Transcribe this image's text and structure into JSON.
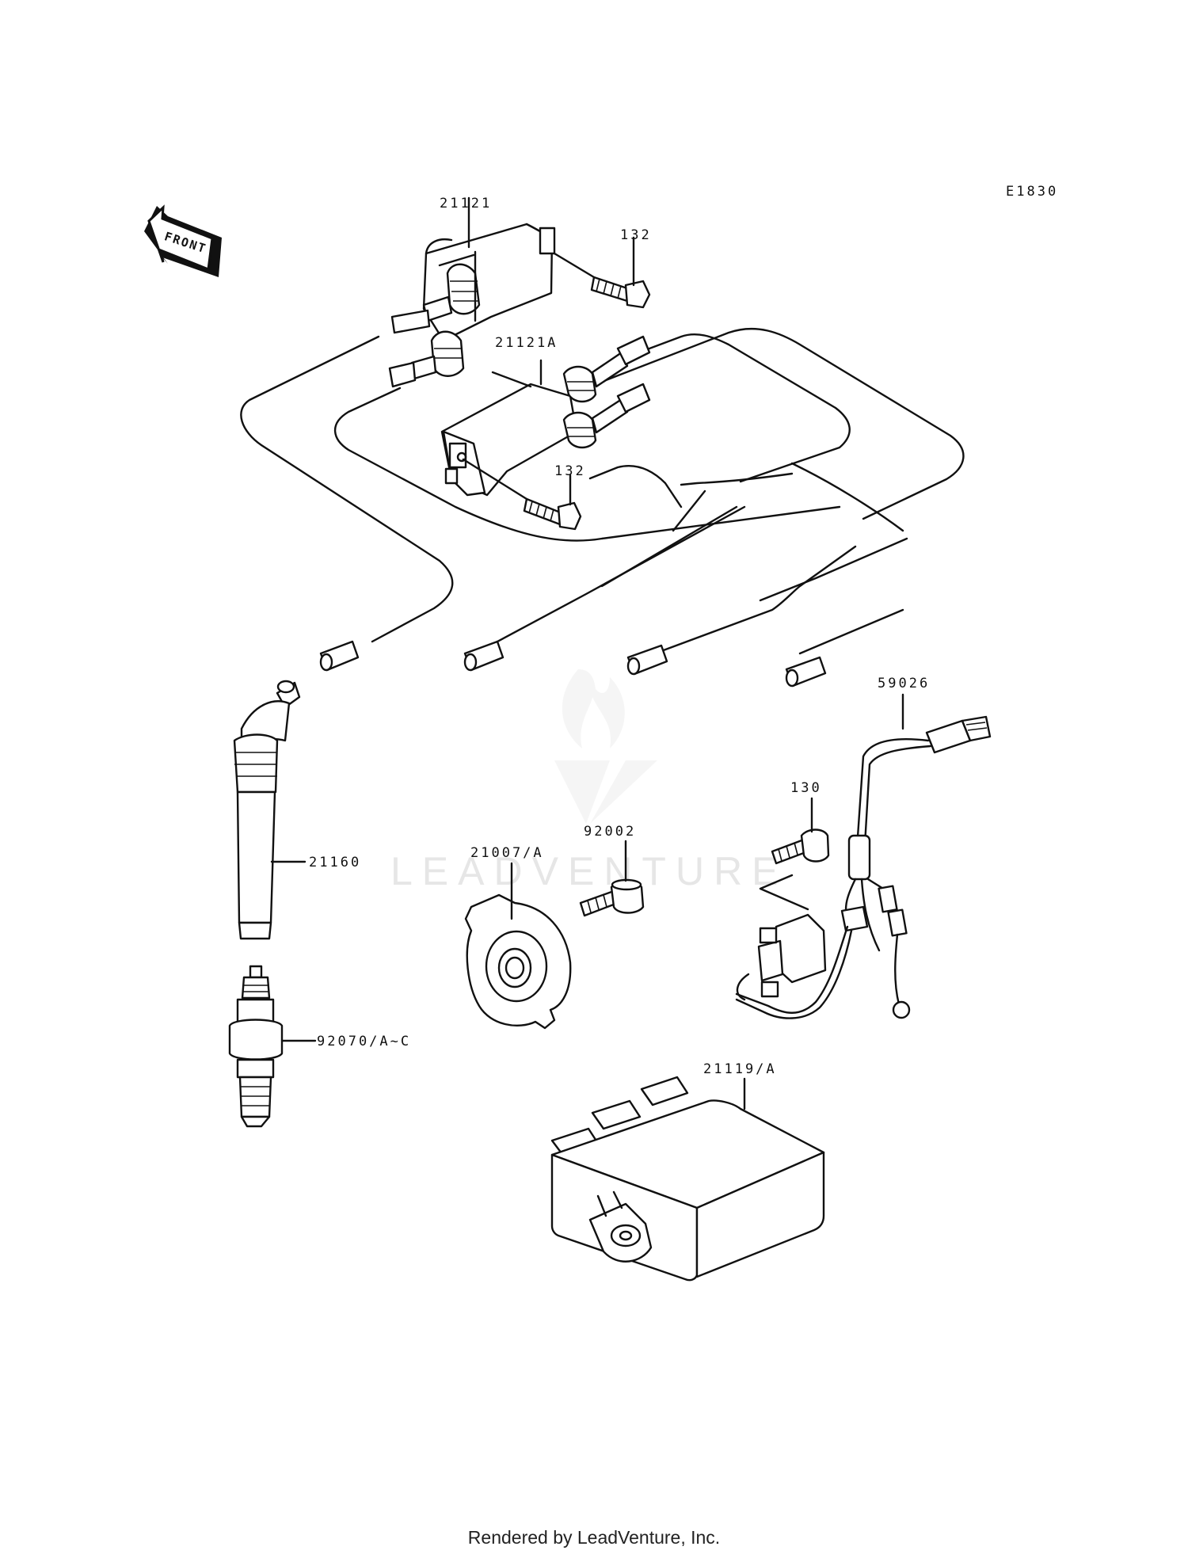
{
  "diagram_code": "E1830",
  "front_label": "FRONT",
  "watermark": "LEADVENTURE",
  "footer": "Rendered by LeadVenture, Inc.",
  "callouts": {
    "coil_a": "21121",
    "coil_b": "21121A",
    "bolt_upper": "132",
    "bolt_lower": "132",
    "sensor_harness": "59026",
    "bolt_sensor": "130",
    "cap": "21160",
    "spark_plug": "92070/A~C",
    "rotor": "21007/A",
    "bolt_rotor": "92002",
    "ignitor": "21119/A"
  }
}
